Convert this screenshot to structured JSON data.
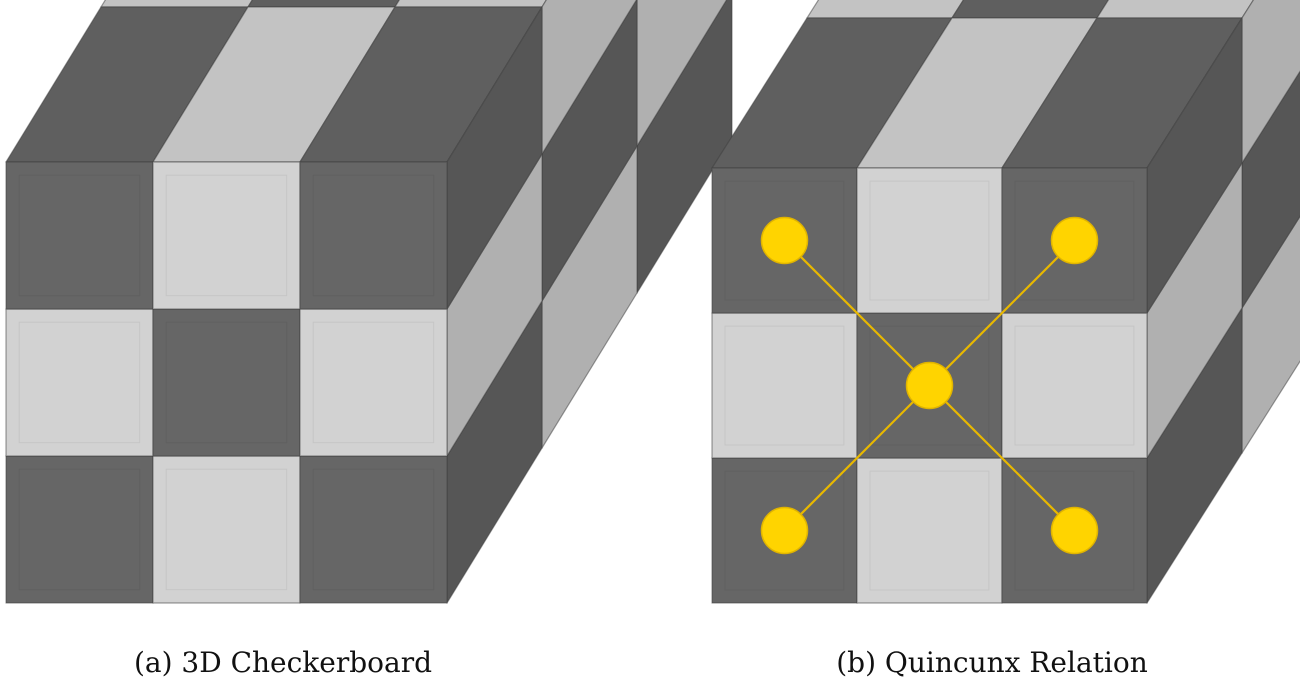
{
  "panels": [
    {
      "caption": "(a) 3D Checkerboard",
      "grid": 3,
      "show_quincunx": false
    },
    {
      "caption": "(b) Quincunx Relation",
      "grid": 3,
      "show_quincunx": true
    }
  ],
  "colors": {
    "dark": "#666666",
    "light": "#d2d2d2",
    "accent": "#ffd400"
  }
}
